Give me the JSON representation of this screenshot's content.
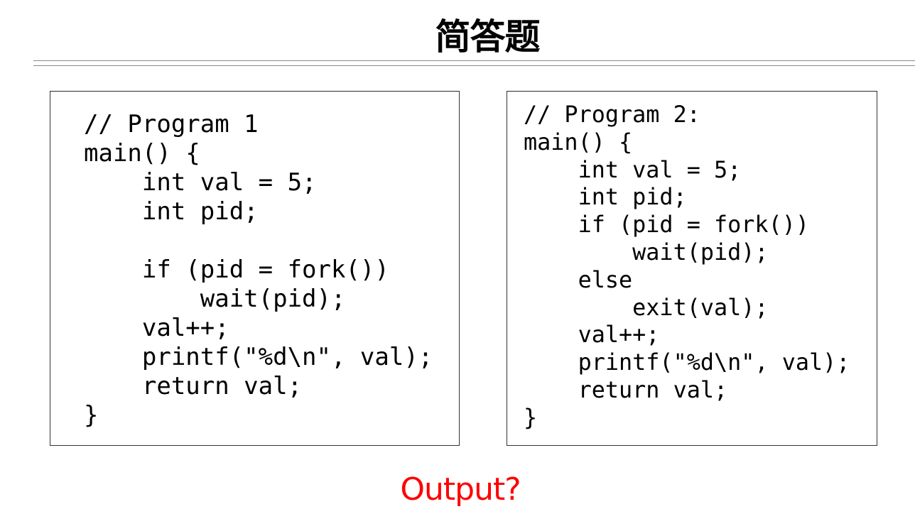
{
  "slide": {
    "title": "简答题",
    "question": "Output?",
    "colors": {
      "title": "#000000",
      "question": "#ff0000",
      "rule": "#8a8a8a",
      "box_border": "#333333"
    }
  },
  "programs": [
    {
      "name": "Program 1",
      "lines": [
        "// Program 1",
        "main() {",
        "    int val = 5;",
        "    int pid;",
        "",
        "    if (pid = fork())",
        "        wait(pid);",
        "    val++;",
        "    printf(\"%d\\n\", val);",
        "    return val;",
        "}"
      ]
    },
    {
      "name": "Program 2",
      "lines": [
        "// Program 2:",
        "main() {",
        "    int val = 5;",
        "    int pid;",
        "    if (pid = fork())",
        "        wait(pid);",
        "    else",
        "        exit(val);",
        "    val++;",
        "    printf(\"%d\\n\", val);",
        "    return val;",
        "}"
      ]
    }
  ]
}
